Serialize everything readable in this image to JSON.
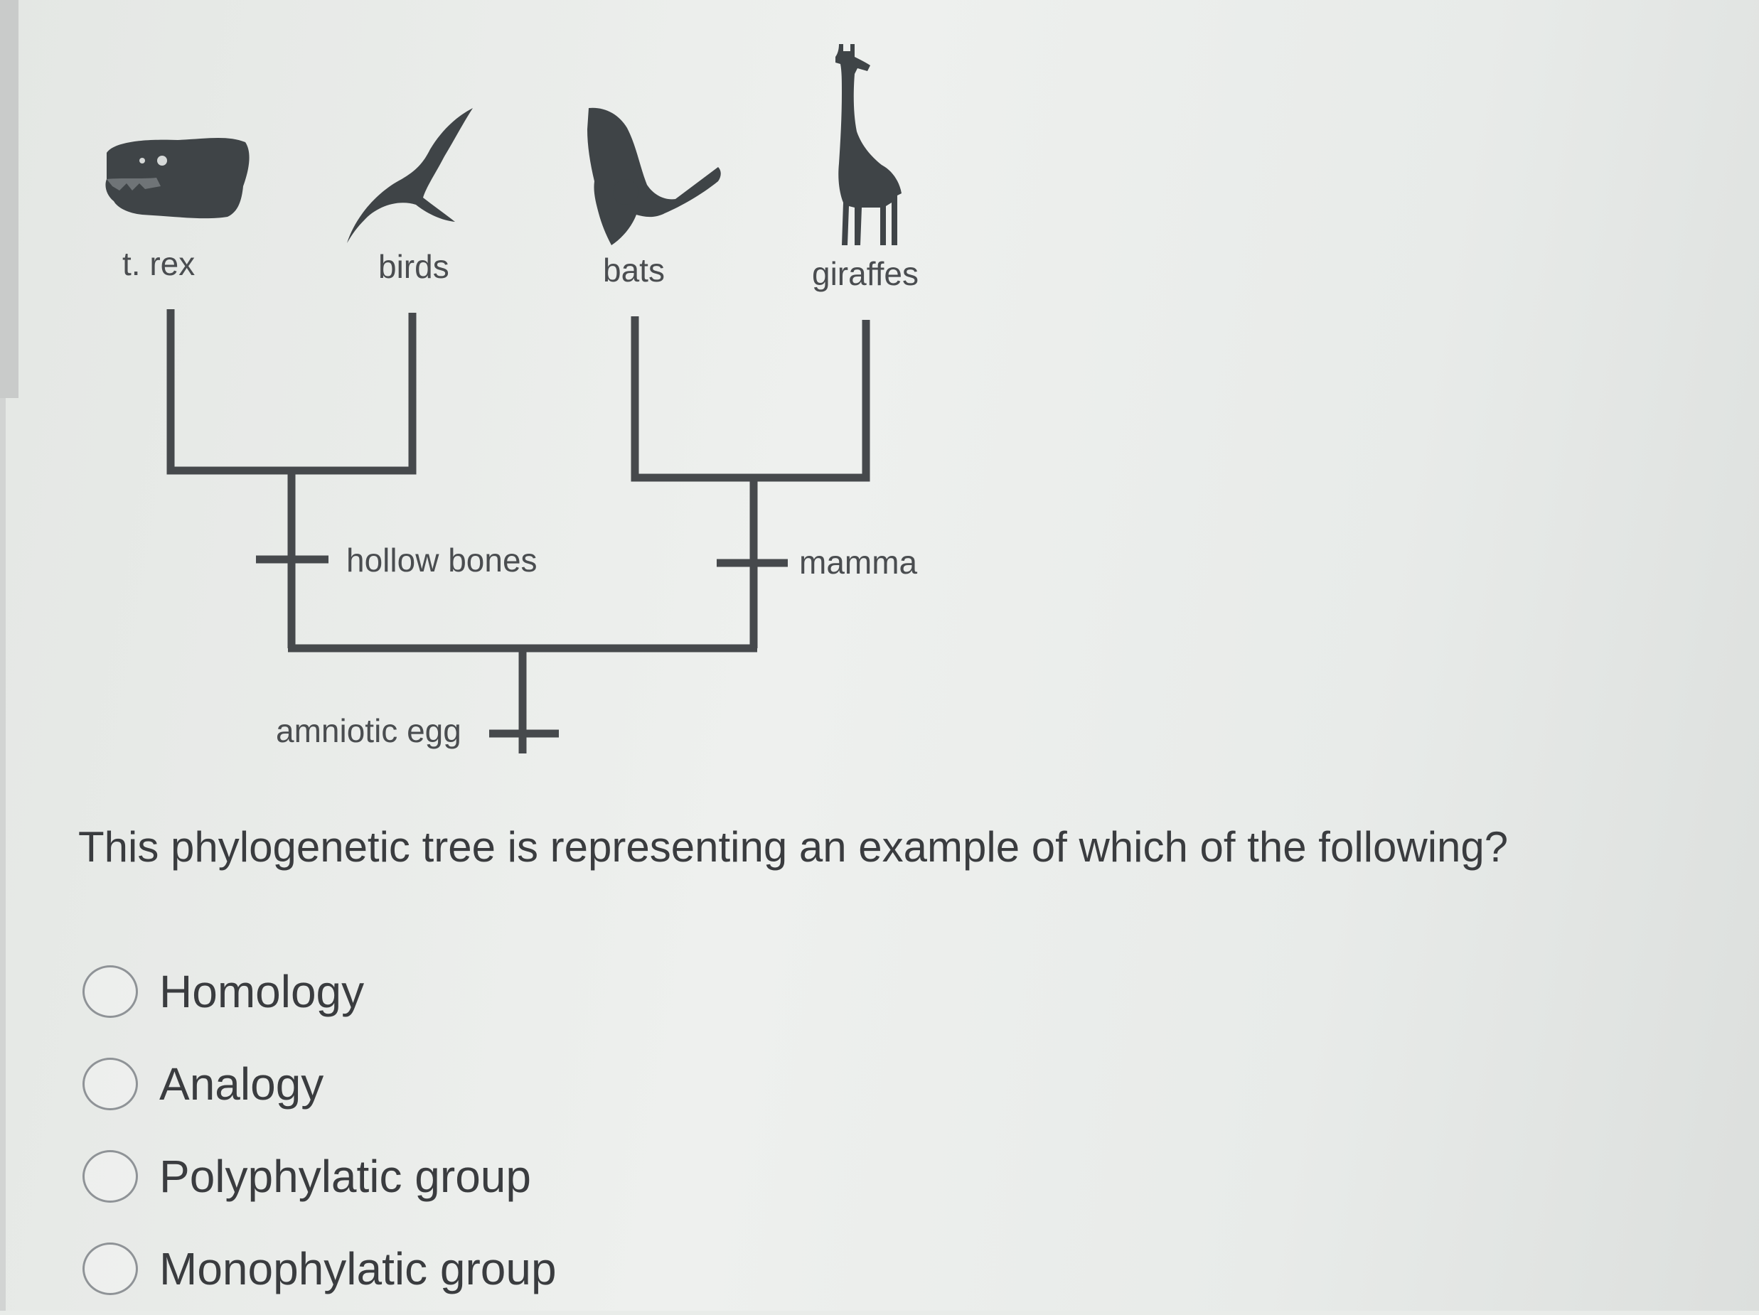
{
  "tree": {
    "taxa": [
      {
        "label": "t. rex",
        "icon": "trex-skull-icon"
      },
      {
        "label": "birds",
        "icon": "bird-icon"
      },
      {
        "label": "bats",
        "icon": "bat-icon"
      },
      {
        "label": "giraffes",
        "icon": "giraffe-icon"
      }
    ],
    "traits": {
      "hollow_bones": "hollow bones",
      "mamma": "mamma",
      "amniotic_egg": "amniotic egg"
    }
  },
  "question": {
    "text": "This phylogenetic tree is representing an example of which of the following?",
    "options": [
      {
        "label": "Homology"
      },
      {
        "label": "Analogy"
      },
      {
        "label": "Polyphylatic group"
      },
      {
        "label": "Monophylatic group"
      }
    ]
  },
  "colors": {
    "tree_line": "#46494c",
    "silhouette": "#3f4447",
    "text": "#3a3c3f"
  }
}
